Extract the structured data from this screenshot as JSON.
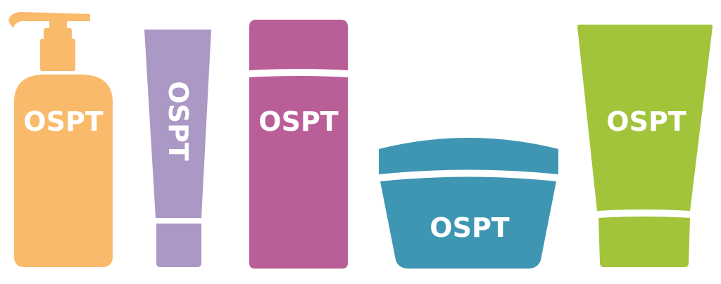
{
  "products": [
    {
      "type": "pump-bottle",
      "label": "OSPT",
      "color": "#F9BA6B"
    },
    {
      "type": "slim-tube",
      "label": "OSPT",
      "color": "#AB98C4"
    },
    {
      "type": "cylinder-bottle",
      "label": "OSPT",
      "color": "#BA5E98"
    },
    {
      "type": "cream-jar",
      "label": "OSPT",
      "color": "#3F96B3"
    },
    {
      "type": "squeeze-tube",
      "label": "OSPT",
      "color": "#A1C43A"
    }
  ]
}
